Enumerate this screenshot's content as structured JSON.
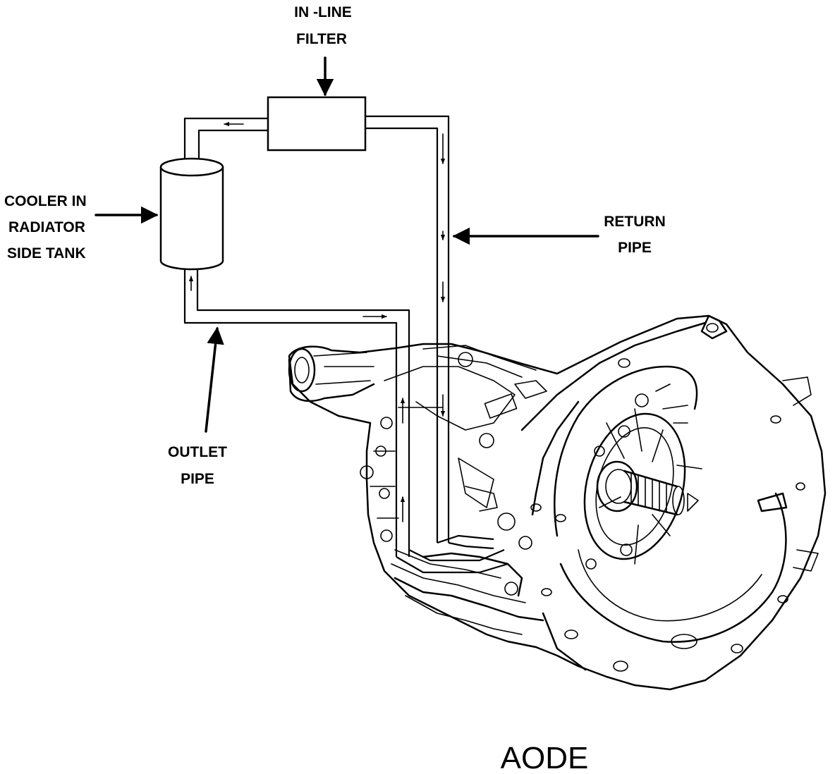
{
  "labels": {
    "filter_line1": "IN -LINE",
    "filter_line2": "FILTER",
    "cooler_line1": "COOLER IN",
    "cooler_line2": "RADIATOR",
    "cooler_line3": "SIDE TANK",
    "return_line1": "RETURN",
    "return_line2": "PIPE",
    "outlet_line1": "OUTLET",
    "outlet_line2": "PIPE",
    "model": "AODE"
  }
}
